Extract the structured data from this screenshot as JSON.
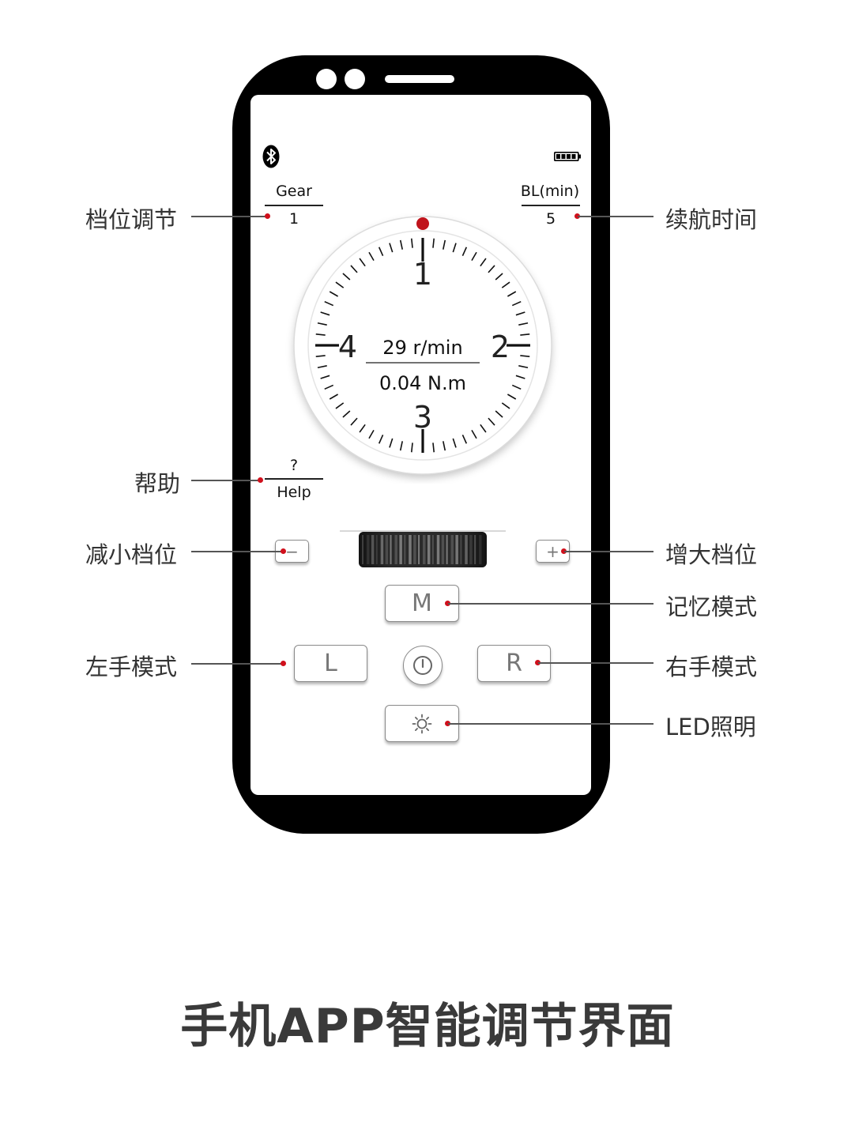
{
  "screen": {
    "gear": {
      "label": "Gear",
      "value": "1"
    },
    "battery_life": {
      "label": "BL(min)",
      "value": "5"
    },
    "help": {
      "symbol": "?",
      "label": "Help"
    },
    "dial": {
      "numbers": [
        "1",
        "2",
        "3",
        "4"
      ],
      "speed": "29 r/min",
      "torque": "0.04 N.m"
    },
    "buttons": {
      "minus": "−",
      "plus": "+",
      "memory": "M",
      "left": "L",
      "right": "R",
      "led": "☼"
    },
    "icons": {
      "bluetooth": "bluetooth-icon",
      "battery": "battery-icon",
      "power": "power-icon",
      "led": "sun-icon"
    }
  },
  "callouts": {
    "gear_adjust": "档位调节",
    "battery_time": "续航时间",
    "help": "帮助",
    "decrease_gear": "减小档位",
    "increase_gear": "增大档位",
    "memory_mode": "记忆模式",
    "left_hand_mode": "左手模式",
    "right_hand_mode": "右手模式",
    "led_light": "LED照明"
  },
  "title": "手机APP智能调节界面",
  "colors": {
    "accent": "#d0101c",
    "frame": "#000000",
    "title": "#3a3a3a"
  }
}
